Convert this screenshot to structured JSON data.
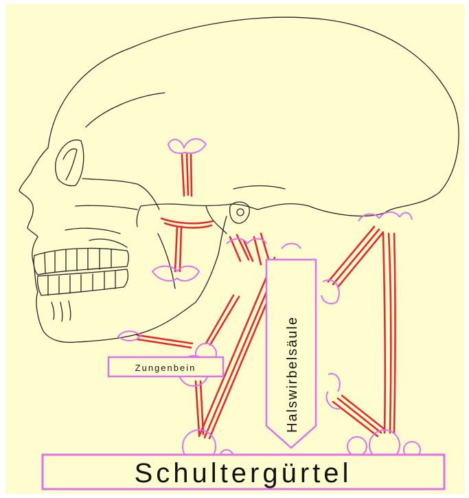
{
  "labels": {
    "zungenbein": "Zungenbein",
    "halswirbelsaeule": "Halswirbelsäule",
    "schultergurtel": "Schultergürtel"
  },
  "colors": {
    "background": "#fffdd0",
    "outline": "#222222",
    "muscle": "#e8282a",
    "attachment": "#e070e8",
    "label_border": "#e070e8"
  }
}
